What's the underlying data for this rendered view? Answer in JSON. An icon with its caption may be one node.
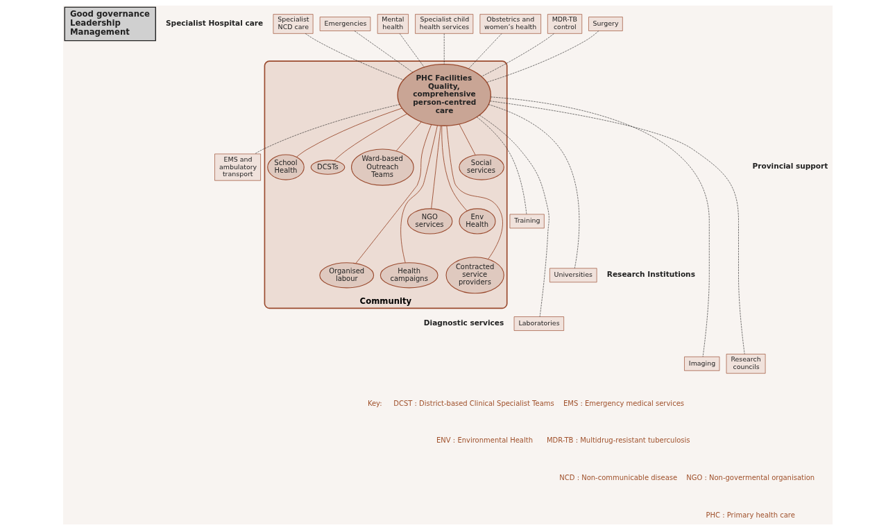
{
  "diagram": {
    "nodes": [
      {
        "text": [
          "Community"
        ]
      },
      {
        "text": [
          "PHC Facilities Quality, comprehensive person-centred care"
        ],
        "in": 0
      },
      {
        "text": [
          "School Health"
        ],
        "in": 0
      },
      {
        "text": [
          "DCSTs"
        ],
        "in": 0
      },
      {
        "text": [
          "Ward-based Outreach Teams"
        ],
        "in": 0
      },
      {
        "text": [
          "Organised labour"
        ],
        "in": 0
      },
      {
        "text": [
          "Health campaigns"
        ],
        "in": 0
      },
      {
        "text": [
          "NGO services"
        ],
        "in": 0
      },
      {
        "text": [
          "Env Health"
        ],
        "in": 0
      },
      {
        "text": [
          "Contracted service providers"
        ],
        "in": 0
      },
      {
        "text": [
          "Social services"
        ],
        "in": 0
      },
      {
        "text": [
          "Good governance",
          "Leadership",
          "Management"
        ]
      },
      {
        "text": [
          "Specialist NCD care"
        ]
      },
      {
        "text": [
          "Emergencies"
        ]
      },
      {
        "text": [
          "Mental health"
        ]
      },
      {
        "text": [
          "Specialist child health services"
        ]
      },
      {
        "text": [
          "Obstetrics and women’s health"
        ]
      },
      {
        "text": [
          "MDR-TB control"
        ]
      },
      {
        "text": [
          "Surgery"
        ]
      },
      {
        "text": [
          "EMS and ambulatory transport"
        ]
      },
      {
        "text": [
          "Training"
        ]
      },
      {
        "text": [
          "Laboratories"
        ]
      },
      {
        "text": [
          "Universities"
        ]
      },
      {
        "text": [
          "Imaging"
        ]
      },
      {
        "text": [
          "Research councils"
        ]
      }
    ],
    "edges": [
      {
        "from": 1,
        "to": 2,
        "arrow": "none",
        "color": "#9a4a2e"
      },
      {
        "from": 1,
        "to": 3,
        "arrow": "none",
        "color": "#9a4a2e"
      },
      {
        "from": 1,
        "to": 4,
        "arrow": "none",
        "color": "#9a4a2e"
      },
      {
        "from": 1,
        "to": 5,
        "arrow": "none",
        "color": "#9a4a2e"
      },
      {
        "from": 1,
        "to": 6,
        "arrow": "none",
        "color": "#9a4a2e"
      },
      {
        "from": 1,
        "to": 7,
        "arrow": "none",
        "color": "#9a4a2e"
      },
      {
        "from": 1,
        "to": 8,
        "arrow": "none",
        "color": "#9a4a2e"
      },
      {
        "from": 1,
        "to": 9,
        "arrow": "none",
        "color": "#9a4a2e"
      },
      {
        "from": 1,
        "to": 10,
        "arrow": "none",
        "color": "#9a4a2e"
      },
      {
        "from": 12,
        "to": 1,
        "arrow": "none",
        "style": "dashed"
      },
      {
        "from": 13,
        "to": 1,
        "arrow": "none",
        "style": "dashed"
      },
      {
        "from": 14,
        "to": 1,
        "arrow": "none",
        "style": "dashed"
      },
      {
        "from": 15,
        "to": 1,
        "arrow": "none",
        "style": "dashed"
      },
      {
        "from": 16,
        "to": 1,
        "arrow": "none",
        "style": "dashed"
      },
      {
        "from": 17,
        "to": 1,
        "arrow": "none",
        "style": "dashed"
      },
      {
        "from": 18,
        "to": 1,
        "arrow": "none",
        "style": "dashed"
      },
      {
        "from": 1,
        "to": 19,
        "arrow": "none",
        "style": "dashed"
      },
      {
        "from": 1,
        "to": 20,
        "arrow": "none",
        "style": "dashed"
      },
      {
        "from": 1,
        "to": 21,
        "arrow": "none",
        "style": "dashed"
      },
      {
        "from": 1,
        "to": 22,
        "arrow": "none",
        "style": "dashed"
      },
      {
        "from": 1,
        "to": 23,
        "arrow": "none",
        "style": "dashed"
      },
      {
        "from": 1,
        "to": 24,
        "arrow": "none",
        "style": "dashed"
      }
    ],
    "labels": [
      "Specialist Hospital care",
      "Provincial support",
      "Research Institutions",
      "Diagnostic services",
      "Key:",
      "DCST : District-based Clinical Specialist Teams",
      "EMS : Emergency medical services",
      "ENV : Environmental Health",
      "MDR-TB : Multidrug-resistant tuberculosis",
      "NCD : Non-communicable disease",
      "NGO : Non-govermental organisation",
      "PHC : Primary health care"
    ]
  }
}
